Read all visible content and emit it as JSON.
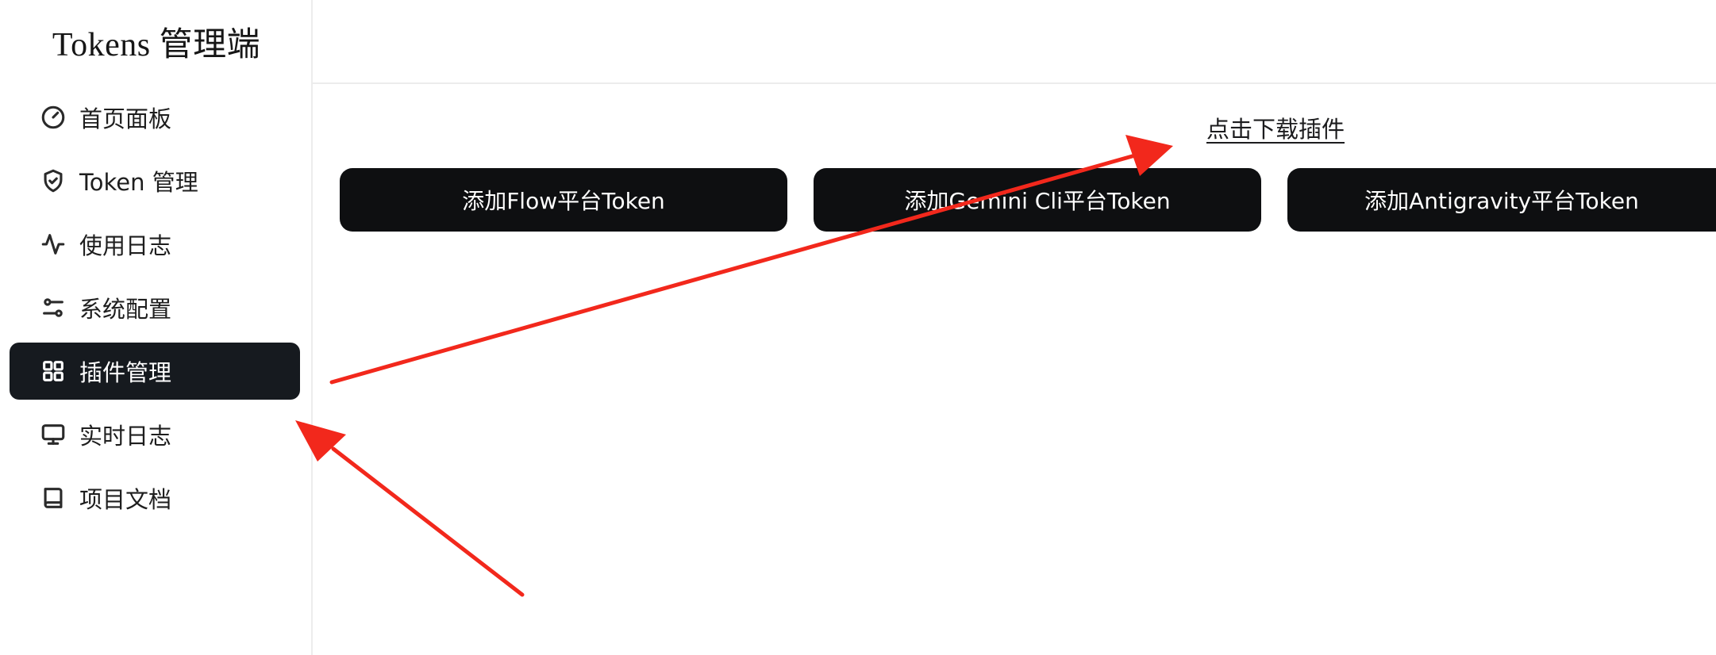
{
  "sidebar": {
    "brand": "Tokens 管理端",
    "items": [
      {
        "label": "首页面板",
        "icon": "gauge-icon",
        "active": false
      },
      {
        "label": "Token 管理",
        "icon": "shield-check-icon",
        "active": false
      },
      {
        "label": "使用日志",
        "icon": "activity-icon",
        "active": false
      },
      {
        "label": "系统配置",
        "icon": "sliders-icon",
        "active": false
      },
      {
        "label": "插件管理",
        "icon": "grid-icon",
        "active": true
      },
      {
        "label": "实时日志",
        "icon": "monitor-icon",
        "active": false
      },
      {
        "label": "项目文档",
        "icon": "book-icon",
        "active": false
      }
    ]
  },
  "main": {
    "download_link": "点击下载插件",
    "buttons": [
      {
        "label": "添加Flow平台Token"
      },
      {
        "label": "添加Gemini Cli平台Token"
      },
      {
        "label": "添加Antigravity平台Token"
      }
    ]
  },
  "colors": {
    "active_bg": "#161a1f",
    "button_bg": "#0e0f11",
    "annotation_arrow": "#f2281c"
  }
}
